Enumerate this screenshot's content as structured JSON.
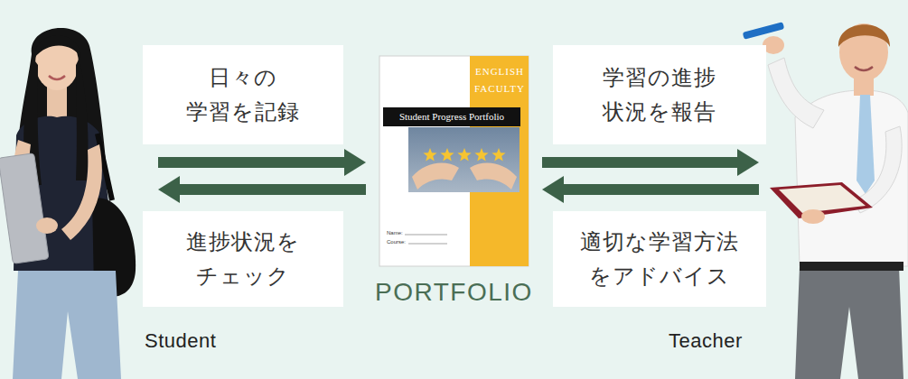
{
  "diagram": {
    "nodes": [
      {
        "text": [
          "Student"
        ]
      },
      {
        "text": [
          "PORTFOLIO"
        ]
      },
      {
        "text": [
          "Teacher"
        ]
      }
    ],
    "edges": [
      {
        "from": 0,
        "to": 1,
        "arrow": "to",
        "label": "日々の 学習を記録"
      },
      {
        "from": 1,
        "to": 0,
        "arrow": "to",
        "label": "進捗状況を チェック"
      },
      {
        "from": 1,
        "to": 2,
        "arrow": "to",
        "label": "学習の進捗 状況を報告"
      },
      {
        "from": 2,
        "to": 1,
        "arrow": "to",
        "label": "適切な学習方法 をアドバイス"
      }
    ],
    "labels": [
      "ENGLISH FACULTY",
      "Student Progress Portfolio",
      "Name:",
      "Course:"
    ]
  }
}
